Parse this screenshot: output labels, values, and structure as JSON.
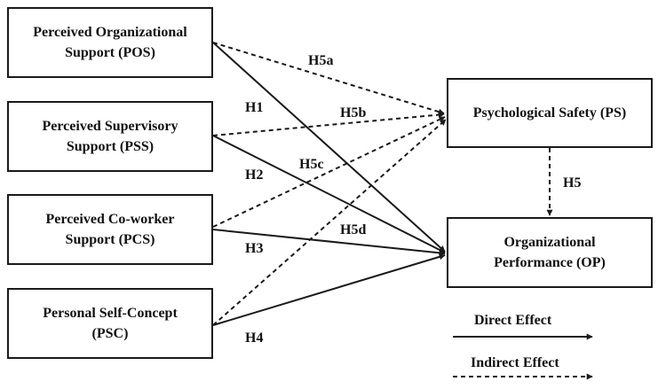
{
  "boxes": {
    "pos": [
      "Perceived Organizational",
      "Support (POS)"
    ],
    "pss": [
      "Perceived Supervisory",
      "Support (PSS)"
    ],
    "pcs": [
      "Perceived Co-worker",
      "Support (PCS)"
    ],
    "psc": [
      "Personal Self-Concept",
      "(PSC)"
    ],
    "ps": [
      "Psychological Safety (PS)"
    ],
    "op": [
      "Organizational",
      "Performance (OP)"
    ]
  },
  "labels": {
    "h1": "H1",
    "h2": "H2",
    "h3": "H3",
    "h4": "H4",
    "h5": "H5",
    "h5a": "H5a",
    "h5b": "H5b",
    "h5c": "H5c",
    "h5d": "H5d"
  },
  "legend": {
    "direct": "Direct Effect",
    "indirect": "Indirect Effect"
  }
}
